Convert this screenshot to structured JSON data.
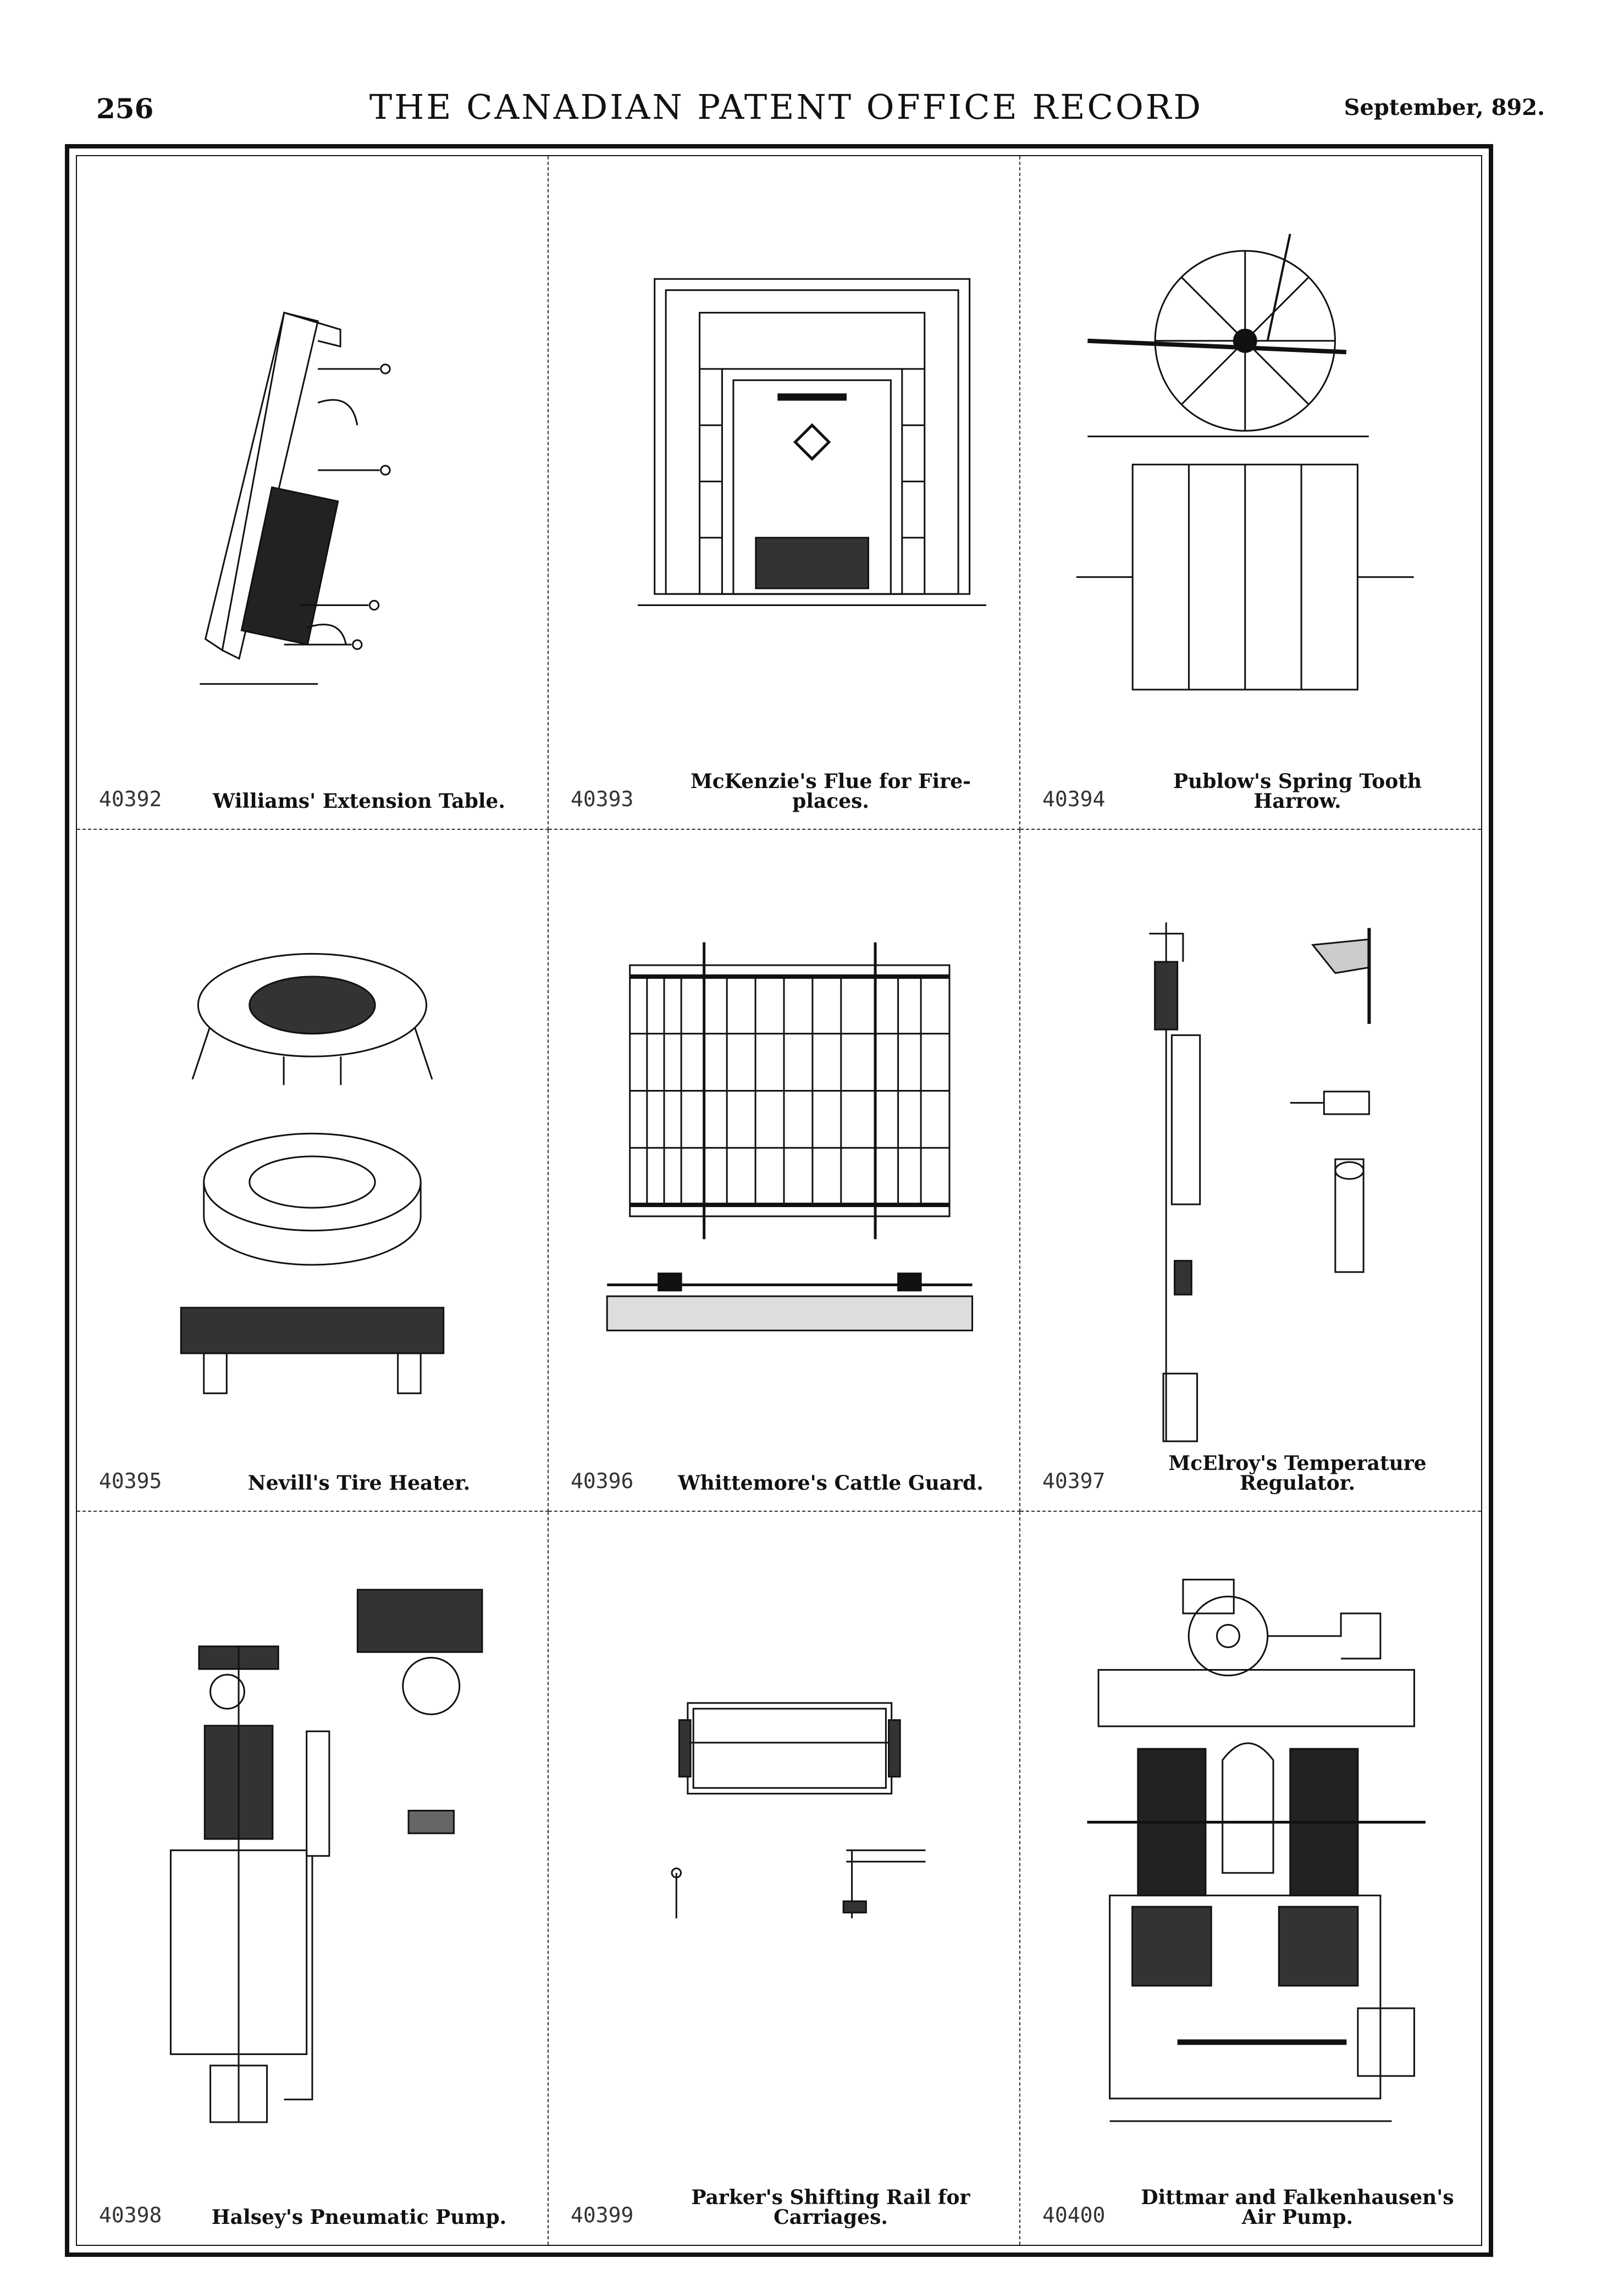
{
  "header": {
    "page_number": "256",
    "title": "THE CANADIAN PATENT OFFICE RECORD",
    "date": "September, 892."
  },
  "patents": [
    {
      "number": "40392",
      "title": "Williams' Extension Table.",
      "icon": "extension-table-drawing"
    },
    {
      "number": "40393",
      "title": "McKenzie's Flue for Fire-places.",
      "icon": "fireplace-drawing"
    },
    {
      "number": "40394",
      "title": "Publow's Spring Tooth Harrow.",
      "icon": "harrow-drawing"
    },
    {
      "number": "40395",
      "title": "Nevill's Tire Heater.",
      "icon": "tire-heater-drawing"
    },
    {
      "number": "40396",
      "title": "Whittemore's Cattle Guard.",
      "icon": "cattle-guard-drawing"
    },
    {
      "number": "40397",
      "title": "McElroy's Temperature Regulator.",
      "icon": "temperature-regulator-drawing"
    },
    {
      "number": "40398",
      "title": "Halsey's Pneumatic Pump.",
      "icon": "pneumatic-pump-drawing"
    },
    {
      "number": "40399",
      "title": "Parker's Shifting Rail for Carriages.",
      "icon": "shifting-rail-drawing"
    },
    {
      "number": "40400",
      "title": "Dittmar and Falkenhausen's Air Pump.",
      "icon": "air-pump-drawing"
    }
  ]
}
